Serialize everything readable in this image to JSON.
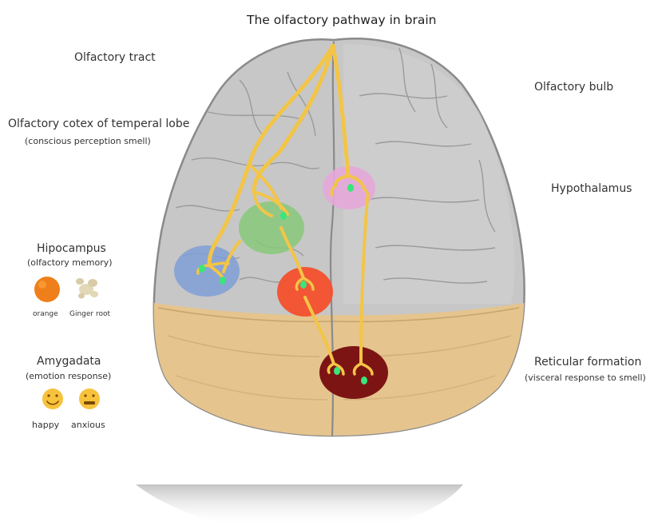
{
  "title": "The olfactory pathway in brain",
  "labels": {
    "olfactory_tract": "Olfactory tract",
    "olfactory_bulb": "Olfactory bulb",
    "olfactory_cortex": "Olfactory cotex of temperal lobe",
    "olfactory_cortex_note": "(conscious perception smell)",
    "hypothalamus": "Hypothalamus",
    "hippocampus": "Hipocampus",
    "hippocampus_note": "(olfactory memory)",
    "amygdala": "Amygadata",
    "amygdala_note": "(emotion response)",
    "reticular_formation": "Reticular formation",
    "reticular_formation_note": "(visceral response to smell)"
  },
  "examples": {
    "orange": "orange",
    "ginger": "Ginger root",
    "happy": "happy",
    "anxious": "anxious"
  },
  "regions": {
    "hippocampus": {
      "color": "#7f9fd6"
    },
    "olfactory_cortex": {
      "color": "#88c87a"
    },
    "amygdala": {
      "color": "#f4502c"
    },
    "hypothalamus": {
      "color": "#e6a9d9"
    },
    "reticular_formation": {
      "color": "#7d1414"
    }
  },
  "colors": {
    "brain_gray": "#c7c7c7",
    "brain_outline": "#8a8a8a",
    "cerebellum": "#e5c48e",
    "nerve": "#f3c547",
    "node": "#39e67a"
  }
}
